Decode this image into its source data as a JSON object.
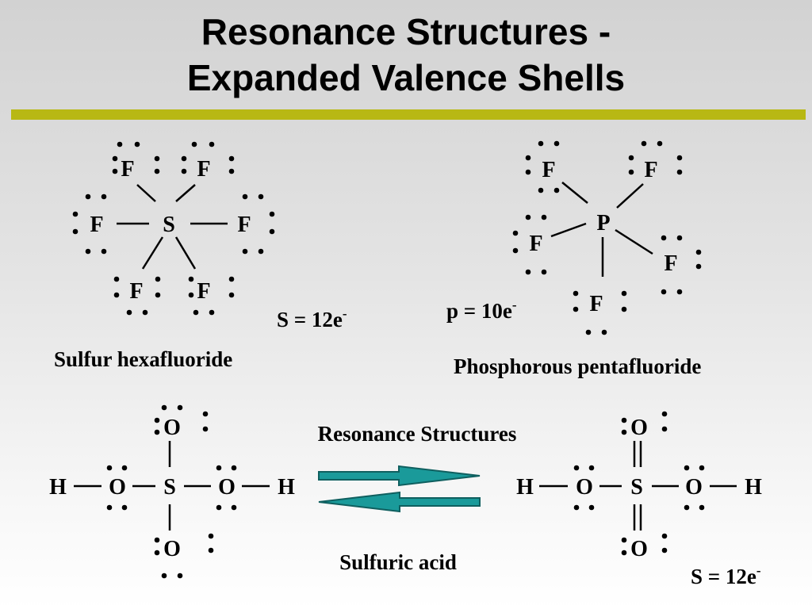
{
  "slide": {
    "title_line1": "Resonance Structures -",
    "title_line2": "Expanded Valence Shells"
  },
  "colors": {
    "title_rule": "#b8b814",
    "arrow_fill": "#1a9a9a",
    "text": "#000000"
  },
  "sf6": {
    "central": "S",
    "ligand": "F",
    "electron_count": "S = 12e",
    "electron_sup": "-",
    "caption": "Sulfur hexafluoride"
  },
  "pf5": {
    "central": "P",
    "ligand": "F",
    "electron_count": "p = 10e",
    "electron_sup": "-",
    "caption": "Phosphorous pentafluoride"
  },
  "sulfuric_acid": {
    "caption": "Sulfuric acid",
    "resonance_label": "Resonance Structures",
    "electron_count": "S = 12e",
    "electron_sup": "-",
    "atoms": {
      "H": "H",
      "O": "O",
      "S": "S"
    }
  }
}
